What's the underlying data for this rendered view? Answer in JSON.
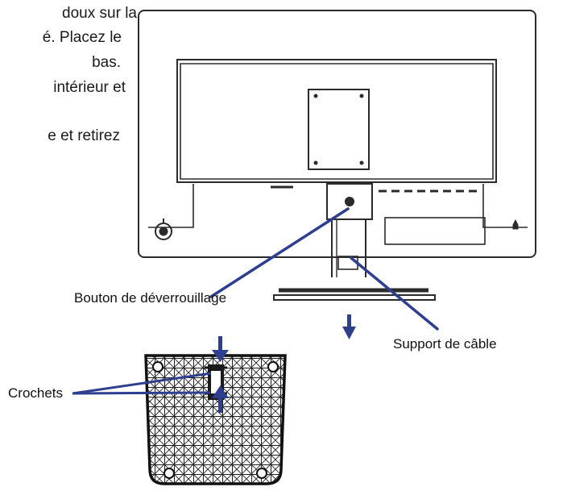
{
  "instructions": {
    "line1": "doux sur la",
    "line2": "é. Placez le",
    "line3": "bas.",
    "line4": "intérieur et",
    "line5": "e et retirez"
  },
  "figure": {
    "labels": {
      "unlock_button": "Bouton de déverrouillage",
      "cable_holder": "Support de câble",
      "hooks": "Crochets"
    },
    "colors": {
      "line_art": "#2b2b2b",
      "callout": "#2e3f8f"
    }
  }
}
